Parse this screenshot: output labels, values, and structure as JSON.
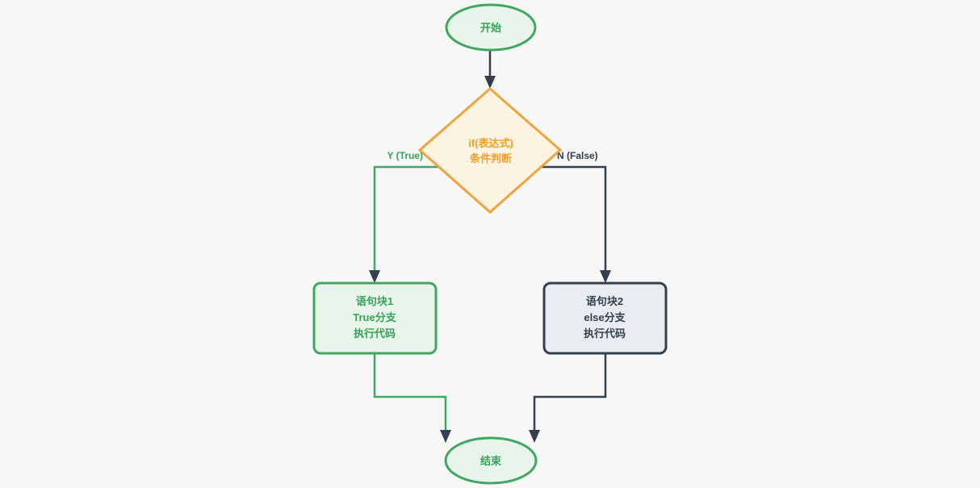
{
  "diagram": {
    "description": "if-else conditional flowchart",
    "nodes": {
      "start": {
        "label": "开始",
        "shape": "ellipse"
      },
      "decision": {
        "lines": [
          "if(表达式)",
          "条件判断"
        ],
        "shape": "diamond"
      },
      "true_block": {
        "lines": [
          "语句块1",
          "True分支",
          "执行代码"
        ],
        "shape": "rounded-rect"
      },
      "else_block": {
        "lines": [
          "语句块2",
          "else分支",
          "执行代码"
        ],
        "shape": "rounded-rect"
      },
      "end": {
        "label": "结束",
        "shape": "ellipse"
      }
    },
    "edge_labels": {
      "true_branch": "Y (True)",
      "false_branch": "N (False)"
    },
    "colors": {
      "background": "#f7f7f7",
      "green_stroke": "#3fa860",
      "green_fill": "#e9f4eb",
      "green_text": "#35a458",
      "orange_stroke": "#f1a33c",
      "orange_fill": "#fcf3e1",
      "orange_text": "#efa02e",
      "dark_stroke": "#333f4e",
      "dark_fill": "#e9edf1",
      "dark_text": "#333f4e",
      "arrowhead": "#333f4e"
    }
  }
}
